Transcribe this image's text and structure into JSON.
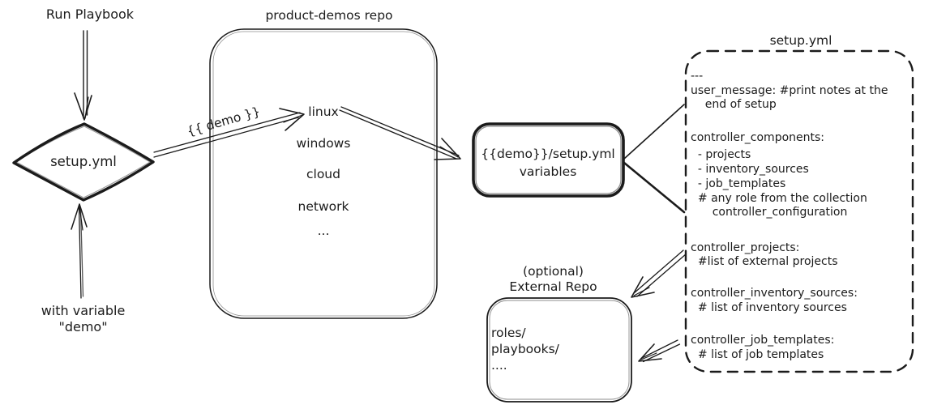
{
  "colors": {
    "ink": "#1b1b1b",
    "background": "#ffffff"
  },
  "left_flow": {
    "run_playbook_label": "Run Playbook",
    "diamond_label": "setup.yml",
    "with_variable_line1": "with variable",
    "with_variable_line2": "\"demo\"",
    "edge_label": "{{ demo }}"
  },
  "repo_box": {
    "title": "product-demos repo",
    "items": [
      "linux",
      "windows",
      "cloud",
      "network",
      "..."
    ]
  },
  "variables_box": {
    "line1": "{{demo}}/setup.yml",
    "line2": "variables"
  },
  "setup_yml_box": {
    "title": "setup.yml",
    "lines": [
      "---",
      "user_message: #print notes at the",
      "    end of setup",
      "controller_components:",
      "  - projects",
      "  - inventory_sources",
      "  - job_templates",
      "  # any role from the collection",
      "      controller_configuration",
      "controller_projects:",
      "  #list of external projects",
      "controller_inventory_sources:",
      "  # list of inventory sources",
      "controller_job_templates:",
      "  # list of job templates"
    ]
  },
  "external_repo_box": {
    "title_line1": "(optional)",
    "title_line2": "External Repo",
    "lines": [
      "roles/",
      "playbooks/",
      "...."
    ]
  }
}
